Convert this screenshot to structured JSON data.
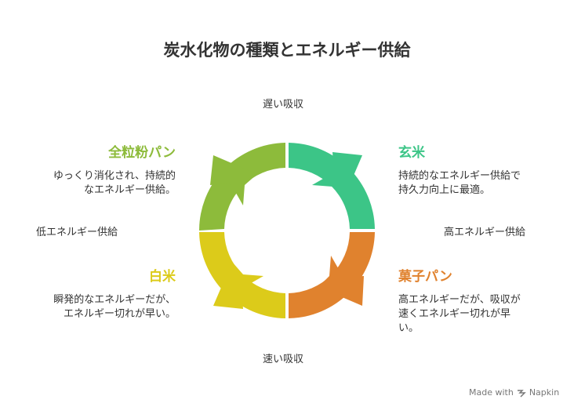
{
  "title": "炭水化物の種類とエネルギー供給",
  "axes": {
    "top": "遅い吸収",
    "bottom": "速い吸収",
    "left": "低エネルギー供給",
    "right": "高エネルギー供給"
  },
  "items": {
    "zenryufun": {
      "title": "全粒粉パン",
      "desc1": "ゆっくり消化され、持続的",
      "desc2": "なエネルギー供給。",
      "color": "#8dbb3b"
    },
    "genmai": {
      "title": "玄米",
      "desc1": "持続的なエネルギー供給で",
      "desc2": "持久力向上に最適。",
      "color": "#3cc587"
    },
    "hakumai": {
      "title": "白米",
      "desc1": "瞬発的なエネルギーだが、",
      "desc2": "エネルギー切れが早い。",
      "color": "#dccb1a"
    },
    "kashipan": {
      "title": "菓子パン",
      "desc1": "高エネルギーだが、吸収が",
      "desc2": "速くエネルギー切れが早",
      "desc3": "い。",
      "color": "#e0822e"
    }
  },
  "brand": {
    "text": "Made with",
    "name": "Napkin"
  }
}
